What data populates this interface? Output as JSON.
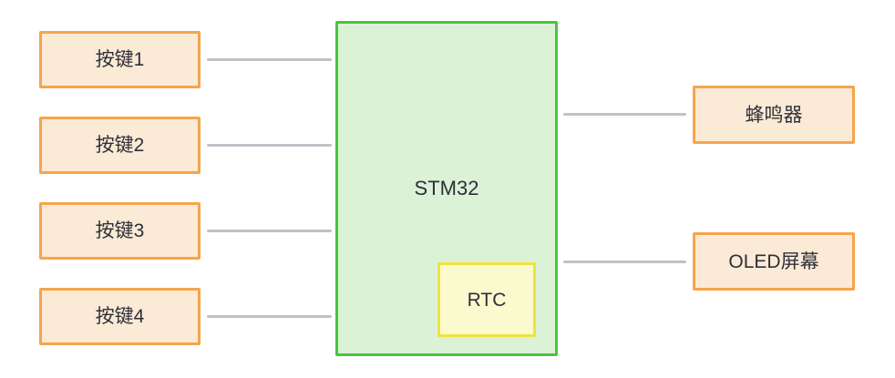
{
  "diagram": {
    "colors": {
      "background": "#ffffff",
      "orange_border": "#f6a44c",
      "orange_fill": "#fbead6",
      "green_border": "#49c440",
      "green_fill": "#dcf2d7",
      "yellow_border": "#f0e23e",
      "yellow_fill": "#fbfacf",
      "line": "#bfc2c8",
      "text": "#2e3038"
    },
    "inputs": [
      {
        "label": "按键1"
      },
      {
        "label": "按键2"
      },
      {
        "label": "按键3"
      },
      {
        "label": "按键4"
      }
    ],
    "mcu": {
      "label": "STM32",
      "sub_block": {
        "label": "RTC"
      }
    },
    "outputs": [
      {
        "label": "蜂鸣器"
      },
      {
        "label": "OLED屏幕"
      }
    ]
  }
}
